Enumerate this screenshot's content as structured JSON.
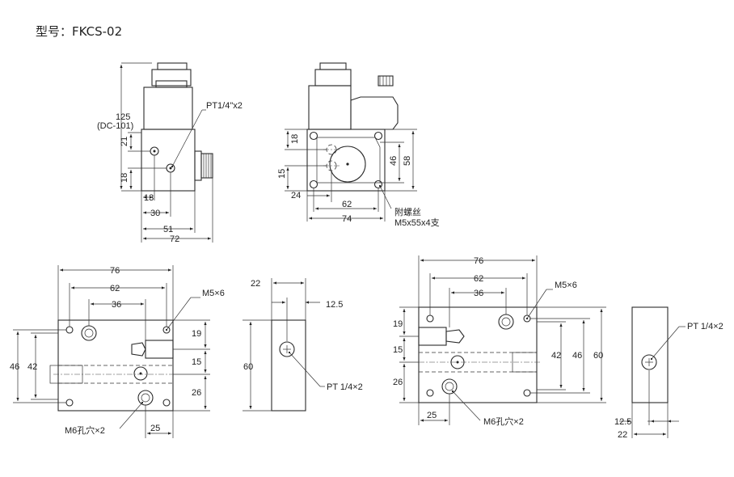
{
  "title": "型号：FKCS-02",
  "top_front": {
    "dims": {
      "h125": "125",
      "h125_sub": "(DC-101)",
      "d21": "21",
      "d18": "18",
      "d13": "13",
      "d30": "30",
      "d51": "51",
      "d72": "72"
    },
    "port_label": "PT1/4\"x2"
  },
  "top_side": {
    "dims": {
      "d18": "18",
      "d15": "15",
      "d24": "24",
      "d62": "62",
      "d74": "74",
      "d46": "46",
      "d58": "58"
    },
    "screw_line1": "附螺丝",
    "screw_line2": "M5x55x4支"
  },
  "bottom_left_plan": {
    "dims": {
      "d76": "76",
      "d62": "62",
      "d36": "36",
      "d19": "19",
      "d15": "15",
      "d26": "26",
      "d46": "46",
      "d42": "42",
      "d25": "25"
    },
    "thread_label": "M5×6",
    "hole_label": "M6孔穴×2"
  },
  "bottom_left_side": {
    "dims": {
      "d22": "22",
      "d12_5": "12.5",
      "d60": "60"
    },
    "port_label": "PT 1/4×2"
  },
  "bottom_right_plan": {
    "dims": {
      "d76": "76",
      "d62": "62",
      "d36": "36",
      "d19": "19",
      "d15": "15",
      "d26": "26",
      "d42": "42",
      "d46": "46",
      "d60": "60",
      "d25": "25"
    },
    "thread_label": "M5×6",
    "hole_label": "M6孔穴×2"
  },
  "bottom_right_side": {
    "dims": {
      "d12_5": "12.5",
      "d22": "22"
    },
    "port_label": "PT 1/4×2"
  }
}
